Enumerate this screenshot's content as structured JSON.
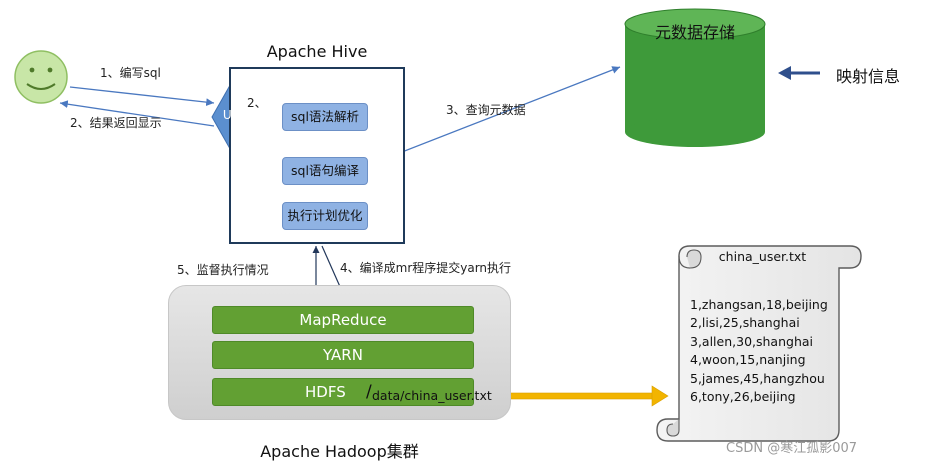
{
  "hive": {
    "title": "Apache Hive",
    "ui_label": "UI",
    "steps": [
      "sql语法解析",
      "sql语句编译",
      "执行计划优化"
    ],
    "step2_label": "2、"
  },
  "edges": {
    "write_sql": "1、编写sql",
    "return_result": "2、结果返回显示",
    "query_meta": "3、查询元数据",
    "compile_submit": "4、编译成mr程序提交yarn执行",
    "monitor": "5、监督执行情况"
  },
  "metastore": {
    "label": "元数据存储",
    "mapping_label": "映射信息"
  },
  "cluster": {
    "title": "Apache Hadoop集群",
    "layers": [
      "MapReduce",
      "YARN",
      "HDFS"
    ],
    "hdfs_path": "data/china_user.txt"
  },
  "file": {
    "title": "china_user.txt",
    "lines": [
      "1,zhangsan,18,beijing",
      "2,lisi,25,shanghai",
      "3,allen,30,shanghai",
      "4,woon,15,nanjing",
      "5,james,45,hangzhou",
      "6,tony,26,beijing"
    ]
  },
  "watermark": "CSDN @寒江孤影007",
  "colors": {
    "db_green": "#3e9a3a",
    "layer_green": "#62a033",
    "step_blue": "#8fb2e3",
    "diamond_blue": "#5b8fcf",
    "arrow_blue": "#4a78c0",
    "file_arrow": "#f2b400"
  }
}
